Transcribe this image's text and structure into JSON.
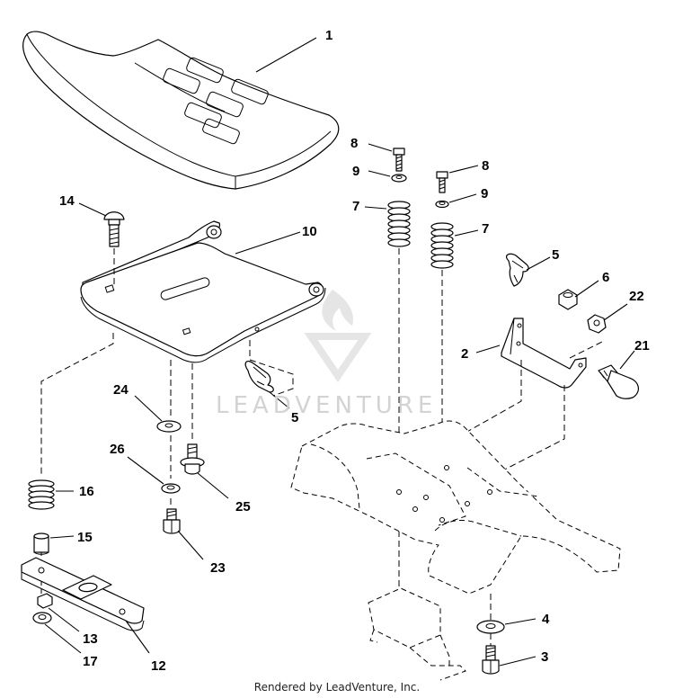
{
  "footer": {
    "credit": "Rendered by LeadVenture, Inc."
  },
  "watermark": {
    "text": "LEADVENTURE"
  },
  "callouts": [
    {
      "id": "seat",
      "label": "1"
    },
    {
      "id": "bracket",
      "label": "2"
    },
    {
      "id": "bolt-bottom",
      "label": "3"
    },
    {
      "id": "washer-bottom",
      "label": "4"
    },
    {
      "id": "clip-right",
      "label": "5"
    },
    {
      "id": "clip-left",
      "label": "5"
    },
    {
      "id": "nut",
      "label": "6"
    },
    {
      "id": "spring-left",
      "label": "7"
    },
    {
      "id": "spring-right",
      "label": "7"
    },
    {
      "id": "bolt-top-left",
      "label": "8"
    },
    {
      "id": "bolt-top-right",
      "label": "8"
    },
    {
      "id": "washer-top-left",
      "label": "9"
    },
    {
      "id": "washer-top-right",
      "label": "9"
    },
    {
      "id": "seat-pan",
      "label": "10"
    },
    {
      "id": "slide-plate",
      "label": "12"
    },
    {
      "id": "nut-small",
      "label": "13"
    },
    {
      "id": "carriage-bolt",
      "label": "14"
    },
    {
      "id": "spacer",
      "label": "15"
    },
    {
      "id": "spring-small",
      "label": "16"
    },
    {
      "id": "washer-small",
      "label": "17"
    },
    {
      "id": "shoulder-bolt",
      "label": "21"
    },
    {
      "id": "nut-flange",
      "label": "22"
    },
    {
      "id": "bolt-hex",
      "label": "23"
    },
    {
      "id": "washer-flat",
      "label": "24"
    },
    {
      "id": "screw-washer",
      "label": "25"
    },
    {
      "id": "lockwasher",
      "label": "26"
    }
  ]
}
